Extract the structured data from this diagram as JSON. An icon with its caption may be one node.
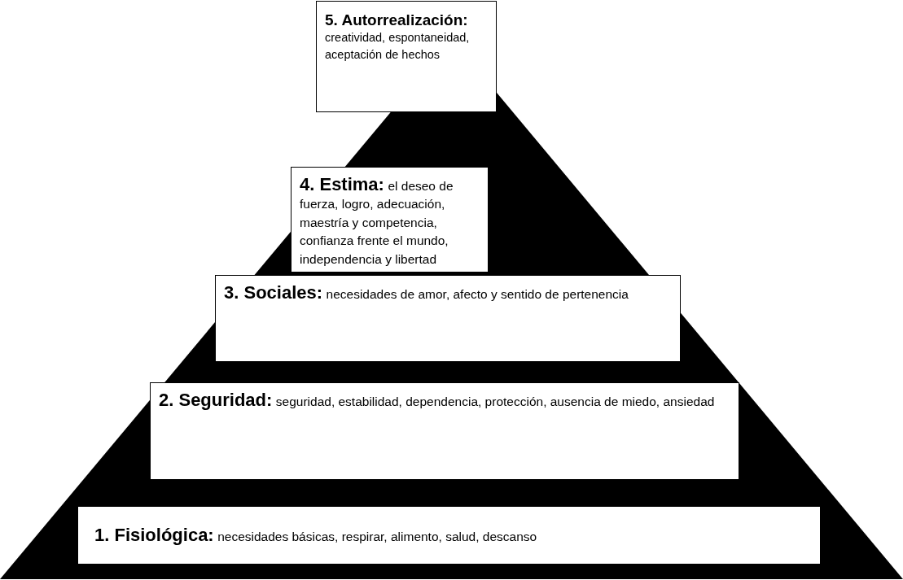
{
  "diagram": {
    "nodes": [
      {
        "text": [
          "5. Autorrealización:",
          "creatividad, espontaneidad, aceptación de hechos"
        ]
      },
      {
        "text": [
          "4. Estima:",
          "el deseo de fuerza, logro, adecuación, maestría y competencia, confianza frente el mundo, independencia y libertad"
        ]
      },
      {
        "text": [
          "3. Sociales:",
          "necesidades de amor, afecto y sentido de pertenencia"
        ]
      },
      {
        "text": [
          "2.  Seguridad:",
          "seguridad, estabilidad, dependencia, protección, ausencia de miedo, ansiedad"
        ]
      },
      {
        "text": [
          "1.  Fisiológica:",
          "necesidades básicas, respirar, alimento, salud, descanso"
        ]
      }
    ],
    "edges": []
  }
}
